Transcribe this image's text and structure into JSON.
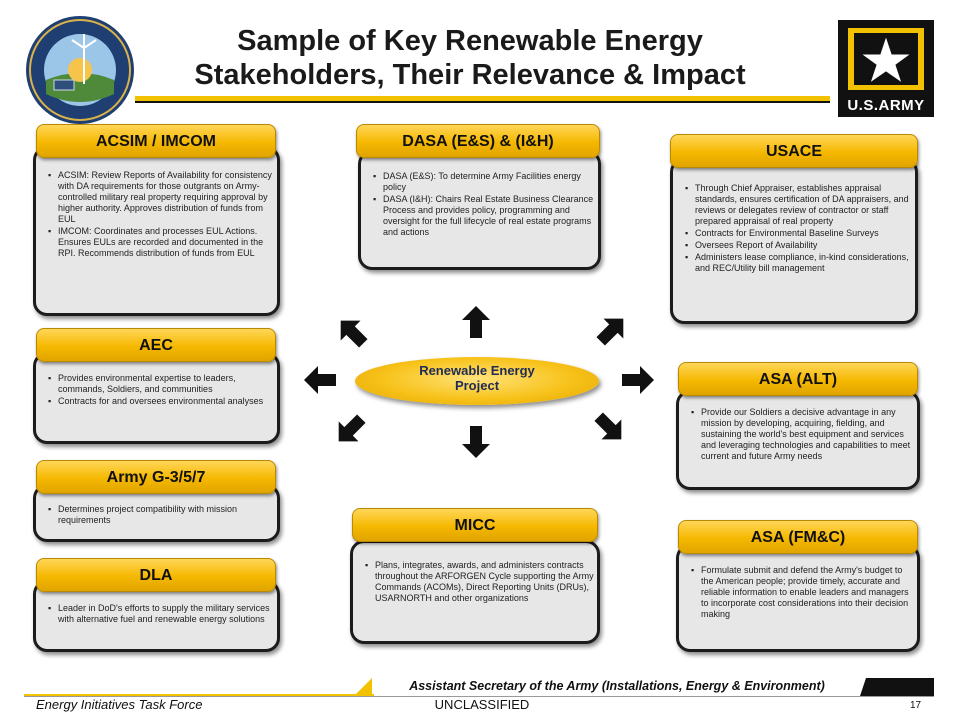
{
  "title_line1": "Sample of Key Renewable Energy",
  "title_line2": "Stakeholders, Their Relevance & Impact",
  "army_logo_text": "U.S.ARMY",
  "center_line1": "Renewable Energy",
  "center_line2": "Project",
  "boxes": {
    "acsim": {
      "label": "ACSIM / IMCOM",
      "items": [
        "ACSIM: Review Reports of Availability for consistency with DA requirements for those outgrants on Army-controlled military real property requiring approval by higher authority. Approves distribution of funds from EUL",
        "IMCOM: Coordinates and processes EUL Actions. Ensures EULs are recorded and documented in the RPI. Recommends distribution of funds from EUL"
      ]
    },
    "dasa": {
      "label": "DASA (E&S) & (I&H)",
      "items": [
        "DASA (E&S): To determine Army Facilities energy policy",
        "DASA (I&H): Chairs Real Estate Business Clearance Process and provides policy, programming and oversight for the full lifecycle of real estate programs and actions"
      ]
    },
    "usace": {
      "label": "USACE",
      "items": [
        "Through Chief Appraiser, establishes appraisal standards, ensures certification of DA appraisers, and reviews or delegates review of contractor or staff prepared appraisal of real property",
        "Contracts for Environmental Baseline Surveys",
        "Oversees Report of Availability",
        "Administers lease compliance, in-kind considerations, and REC/Utility bill management"
      ]
    },
    "aec": {
      "label": "AEC",
      "items": [
        "Provides environmental expertise to leaders, commands, Soldiers, and communities",
        "Contracts for and oversees environmental analyses"
      ]
    },
    "asa_alt": {
      "label": "ASA (ALT)",
      "items": [
        "Provide our Soldiers a decisive advantage in any mission by developing, acquiring, fielding, and sustaining the world's best equipment and services and leveraging technologies and capabilities to meet current and future Army needs"
      ]
    },
    "g357": {
      "label": "Army G-3/5/7",
      "items": [
        "Determines project compatibility with mission requirements"
      ]
    },
    "micc": {
      "label": "MICC",
      "items": [
        "Plans, integrates, awards, and administers contracts throughout the ARFORGEN Cycle supporting the Army Commands (ACOMs), Direct Reporting Units (DRUs), USARNORTH and other organizations"
      ]
    },
    "asa_fmc": {
      "label": "ASA (FM&C)",
      "items": [
        "Formulate submit and defend the Army's budget to the American people; provide timely, accurate and reliable information to enable leaders and managers to incorporate cost considerations into their decision making"
      ]
    },
    "dla": {
      "label": "DLA",
      "items": [
        "Leader in DoD's efforts to supply the military services with alternative fuel and renewable energy solutions"
      ]
    }
  },
  "footer": {
    "subtitle": "Assistant Secretary of the Army (Installations, Energy & Environment)",
    "left": "Energy Initiatives Task Force",
    "classification": "UNCLASSIFIED",
    "page": "17"
  }
}
